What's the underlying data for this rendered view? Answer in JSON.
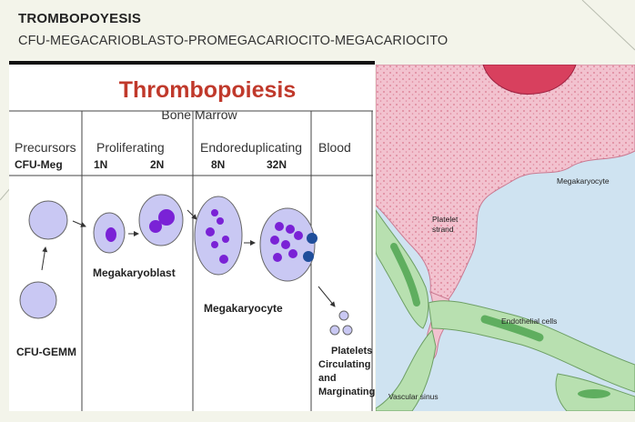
{
  "slide": {
    "title": "TROMBOPOYESIS",
    "subtitle": "CFU-MEGACARIOBLASTO-PROMEGACARIOCITO-MEGACARIOCITO"
  },
  "left_diagram": {
    "title": "Thrombopoiesis",
    "marrow_label": "Bone Marrow",
    "columns": [
      "Precursors",
      "Proliferating",
      "Endoreduplicating",
      "Blood"
    ],
    "precursor_label": "CFU-Meg",
    "ploidy": [
      "1N",
      "2N",
      "8N",
      "32N"
    ],
    "cell_labels": {
      "megakaryoblast": "Megakaryoblast",
      "megakaryocyte": "Megakaryocyte",
      "gemm": "CFU-GEMM"
    },
    "platelet_lines": [
      "Platelets",
      "Circulating",
      "and",
      "Marginating"
    ]
  },
  "right_diagram": {
    "labels": {
      "megakaryocyte": "Megakaryocyte",
      "platelet_strand_1": "Platelet",
      "platelet_strand_2": "strand",
      "endothelial": "Endothelial cells",
      "vascular_sinus": "Vascular sinus"
    }
  },
  "colors": {
    "accent_red": "#c0392b",
    "cell_fill": "#c9c8f3",
    "nucleus": "#7a22d6",
    "platelet_blue": "#1f4e9b",
    "megakaryocyte_pink": "#f2c2cf",
    "endothelial_green": "#b8e0b0"
  }
}
